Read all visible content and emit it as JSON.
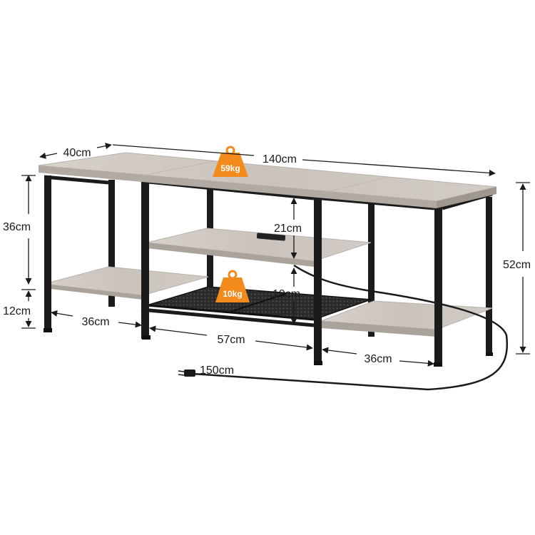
{
  "dimensions": {
    "depth": "40cm",
    "length": "140cm",
    "left_upper_height": "36cm",
    "left_lower_height": "12cm",
    "left_shelf_width": "36cm",
    "middle_shelf_gap": "21cm",
    "middle_lower_gap": "19cm",
    "middle_width": "57cm",
    "right_shelf_width": "36cm",
    "total_height": "52cm",
    "cord_length": "150cm"
  },
  "weights": {
    "top_load": "59kg",
    "mesh_shelf_load": "10kg"
  },
  "colors": {
    "wood": "#cfc9c2",
    "frame": "#1b1b1b",
    "badge": "#f28a1c"
  }
}
